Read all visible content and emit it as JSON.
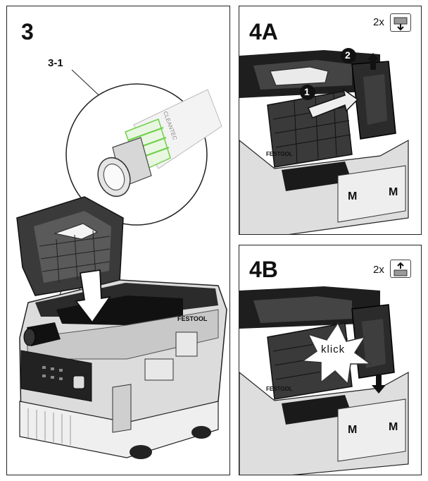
{
  "panel3": {
    "step": "3",
    "callout": "3-1",
    "brand": "FESTOOL"
  },
  "panel4a": {
    "step": "4A",
    "repeat": "2x",
    "marker1": "1",
    "marker2": "2",
    "brand": "FESTOOL",
    "badge_left": "M",
    "badge_right": "M"
  },
  "panel4b": {
    "step": "4B",
    "repeat": "2x",
    "burst": "klick",
    "brand": "FESTOOL",
    "badge_left": "M",
    "badge_right": "M"
  },
  "icons": {
    "remove": "battery-remove-icon",
    "insert": "battery-insert-icon"
  }
}
